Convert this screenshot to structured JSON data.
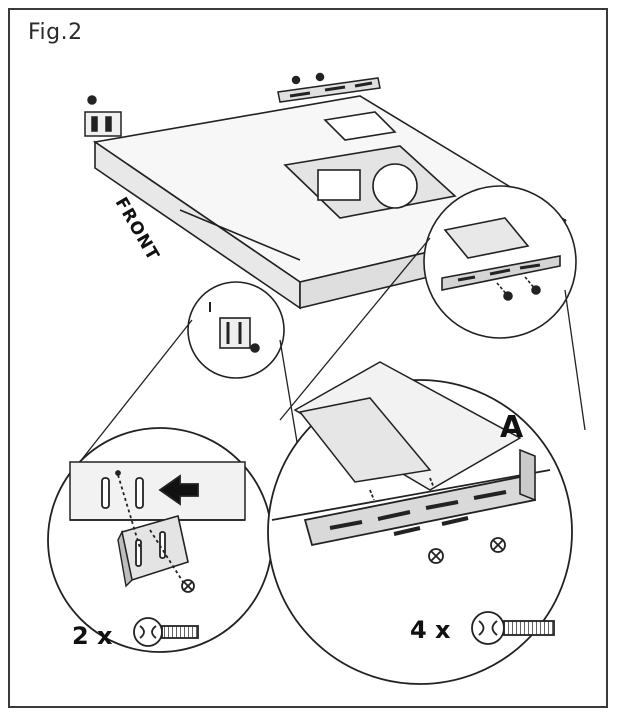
{
  "figure": {
    "label": "Fig.2",
    "front_label": "FRONT",
    "part_label": "A",
    "small_screw_qty": "2 x",
    "large_screw_qty": "4 x"
  },
  "colors": {
    "line": "#222222",
    "panel": "#f2f2f2",
    "shade": "#cfcfcf",
    "frame": "#3a3a3a"
  },
  "icons": [
    "small-screw-icon",
    "large-screw-icon",
    "direction-arrow-icon"
  ]
}
